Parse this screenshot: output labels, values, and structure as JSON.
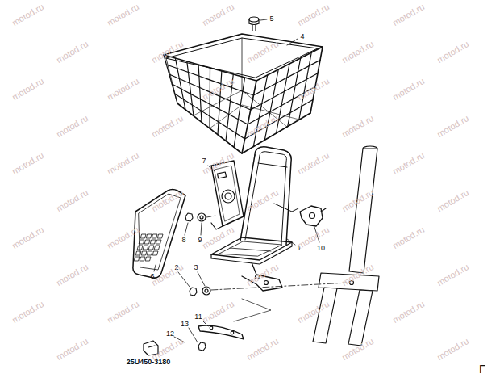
{
  "diagram": {
    "labels": [
      "5",
      "4",
      "7",
      "8",
      "9",
      "1",
      "10",
      "6",
      "2",
      "3",
      "11",
      "12",
      "13",
      "25U450-3180",
      "Г",
      "motod.ru",
      "motod.ru",
      "motod.ru",
      "motod.ru",
      "motod.ru",
      "motod.ru",
      "motod.ru",
      "motod.ru",
      "motod.ru",
      "motod.ru",
      "motod.ru",
      "motod.ru",
      "motod.ru",
      "motod.ru",
      "motod.ru",
      "motod.ru",
      "motod.ru",
      "motod.ru",
      "motod.ru",
      "motod.ru",
      "motod.ru",
      "motod.ru",
      "motod.ru",
      "motod.ru",
      "motod.ru",
      "motod.ru",
      "motod.ru",
      "motod.ru",
      "motod.ru",
      "motod.ru",
      "motod.ru",
      "motod.ru",
      "motod.ru",
      "motod.ru",
      "motod.ru",
      "motod.ru",
      "motod.ru",
      "motod.ru",
      "motod.ru",
      "motod.ru",
      "motod.ru",
      "motod.ru",
      "motod.ru",
      "motod.ru",
      "motod.ru",
      "motod.ru",
      "motod.ru",
      "motod.ru",
      "motod.ru",
      "motod.ru"
    ]
  }
}
